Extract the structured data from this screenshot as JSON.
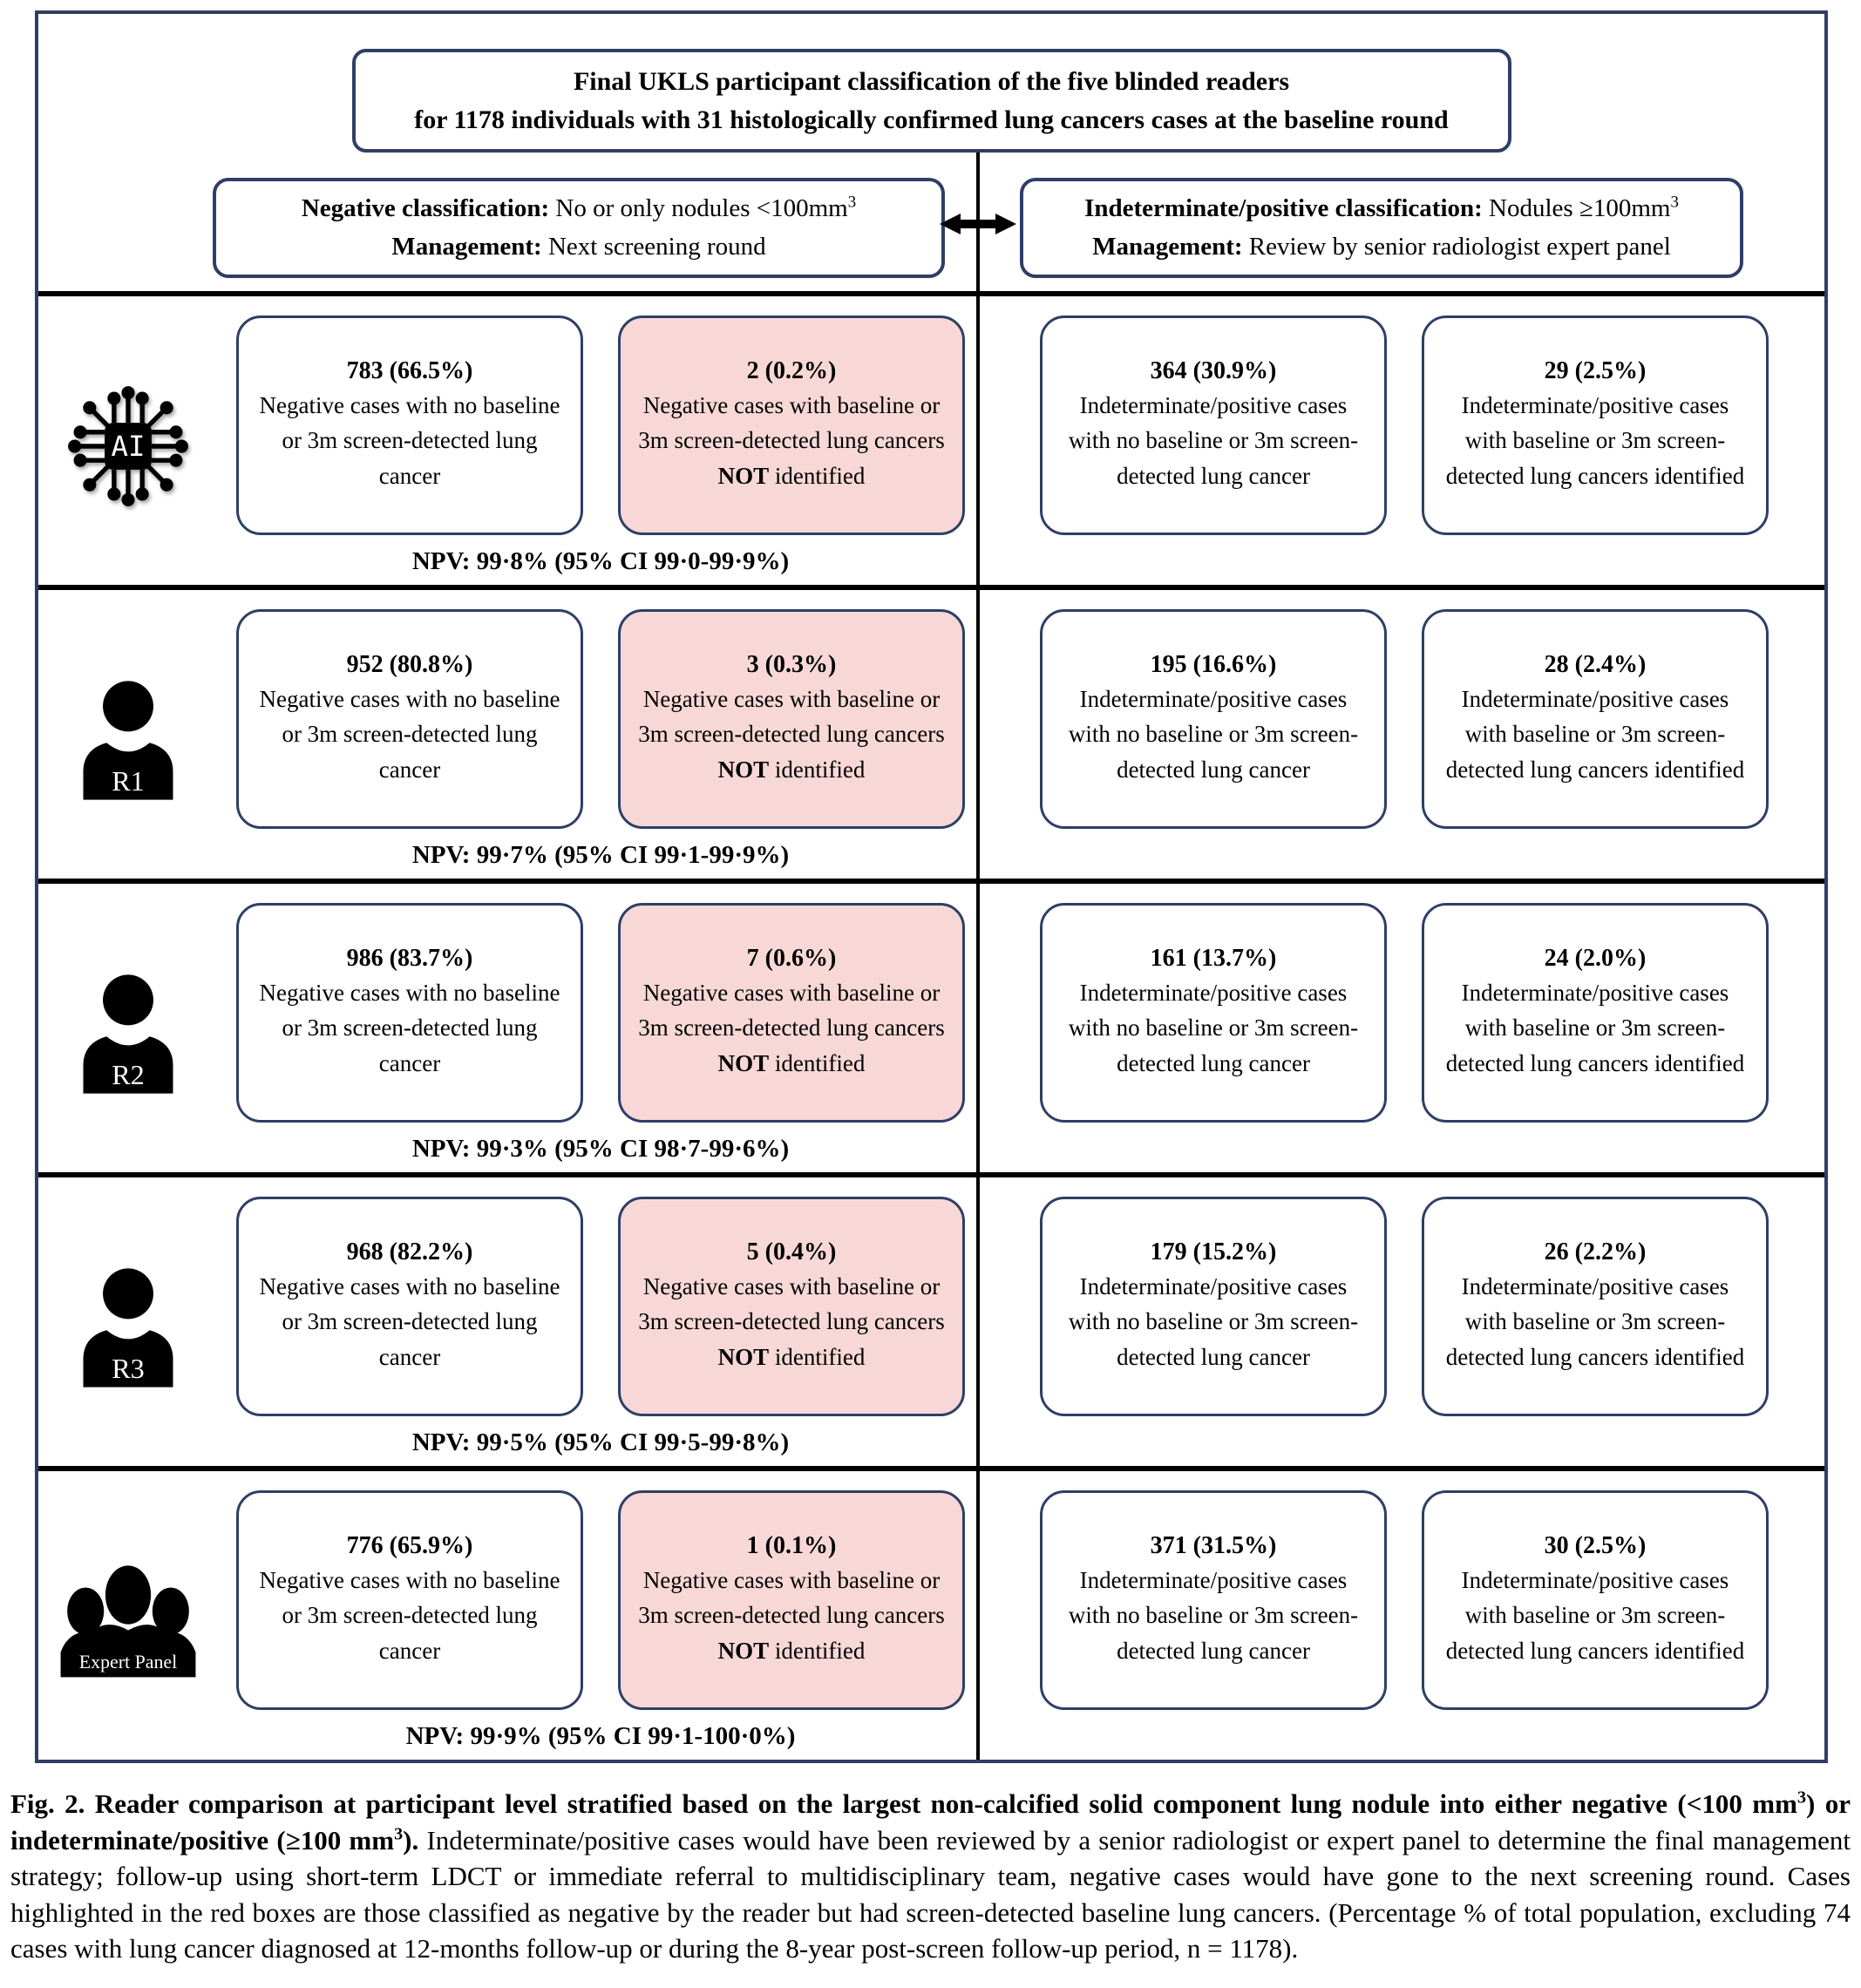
{
  "colors": {
    "border_navy": "#2e3f66",
    "highlight_pink": "#f7d8d6",
    "divider_black": "#000000"
  },
  "header": {
    "title_line1": "Final UKLS participant classification of the five blinded readers",
    "title_line2": "for 1178 individuals with 31 histologically confirmed lung cancers cases at the baseline round",
    "negative_box": {
      "bold1": "Negative classification:",
      "rest1": " No or only nodules <100mm",
      "sup": "3",
      "bold2": "Management:",
      "rest2": " Next screening round"
    },
    "positive_box": {
      "bold1": "Indeterminate/positive classification:",
      "rest1": " Nodules ≥100mm",
      "sup": "3",
      "bold2": "Management:",
      "rest2": " Review by senior radiologist expert panel"
    },
    "arrow_icon": "double-headed-arrow-icon"
  },
  "rows": [
    {
      "reader": "AI",
      "icon": "ai-chip-icon",
      "boxes": [
        {
          "value": "783 (66.5%)",
          "d1": "Negative cases with no baseline or 3m screen-detected lung cancer",
          "nb": "",
          "d2": "",
          "highlight": false
        },
        {
          "value": "2 (0.2%)",
          "d1": "Negative cases with baseline or 3m screen-detected lung cancers ",
          "nb": "NOT",
          "d2": " identified",
          "highlight": true
        },
        {
          "value": "364 (30.9%)",
          "d1": "Indeterminate/positive cases with no baseline or 3m screen-detected lung cancer",
          "nb": "",
          "d2": "",
          "highlight": false
        },
        {
          "value": "29 (2.5%)",
          "d1": "Indeterminate/positive cases with baseline or 3m screen-detected lung cancers identified",
          "nb": "",
          "d2": "",
          "highlight": false
        }
      ],
      "npv": "NPV: 99·8% (95% CI  99·0-99·9%)"
    },
    {
      "reader": "R1",
      "icon": "reader-person-icon",
      "boxes": [
        {
          "value": "952 (80.8%)",
          "d1": "Negative cases with no baseline or 3m screen-detected lung cancer",
          "nb": "",
          "d2": "",
          "highlight": false
        },
        {
          "value": "3 (0.3%)",
          "d1": "Negative cases with baseline or 3m screen-detected lung cancers ",
          "nb": "NOT",
          "d2": " identified",
          "highlight": true
        },
        {
          "value": "195 (16.6%)",
          "d1": "Indeterminate/positive cases with no baseline or 3m screen-detected lung cancer",
          "nb": "",
          "d2": "",
          "highlight": false
        },
        {
          "value": "28 (2.4%)",
          "d1": "Indeterminate/positive cases with baseline or 3m screen-detected lung cancers identified",
          "nb": "",
          "d2": "",
          "highlight": false
        }
      ],
      "npv": "NPV: 99·7% (95% CI  99·1-99·9%)"
    },
    {
      "reader": "R2",
      "icon": "reader-person-icon",
      "boxes": [
        {
          "value": "986 (83.7%)",
          "d1": "Negative cases with no baseline or 3m screen-detected lung cancer",
          "nb": "",
          "d2": "",
          "highlight": false
        },
        {
          "value": "7 (0.6%)",
          "d1": "Negative cases with baseline or 3m screen-detected lung cancers ",
          "nb": "NOT",
          "d2": " identified",
          "highlight": true
        },
        {
          "value": "161 (13.7%)",
          "d1": "Indeterminate/positive cases with no baseline or 3m screen-detected lung cancer",
          "nb": "",
          "d2": "",
          "highlight": false
        },
        {
          "value": "24 (2.0%)",
          "d1": "Indeterminate/positive cases with baseline or 3m screen-detected lung cancers identified",
          "nb": "",
          "d2": "",
          "highlight": false
        }
      ],
      "npv": "NPV: 99·3% (95% CI  98·7-99·6%)"
    },
    {
      "reader": "R3",
      "icon": "reader-person-icon",
      "boxes": [
        {
          "value": "968 (82.2%)",
          "d1": "Negative cases with no baseline or 3m screen-detected lung cancer",
          "nb": "",
          "d2": "",
          "highlight": false
        },
        {
          "value": "5 (0.4%)",
          "d1": "Negative cases with baseline or 3m screen-detected lung cancers ",
          "nb": "NOT",
          "d2": " identified",
          "highlight": true
        },
        {
          "value": "179 (15.2%)",
          "d1": "Indeterminate/positive cases with no baseline or 3m screen-detected lung cancer",
          "nb": "",
          "d2": "",
          "highlight": false
        },
        {
          "value": "26 (2.2%)",
          "d1": "Indeterminate/positive cases with baseline or 3m screen-detected lung cancers identified",
          "nb": "",
          "d2": "",
          "highlight": false
        }
      ],
      "npv": "NPV: 99·5% (95% CI  99·5-99·8%)"
    },
    {
      "reader": "Expert Panel",
      "icon": "expert-panel-icon",
      "boxes": [
        {
          "value": "776 (65.9%)",
          "d1": "Negative cases with no baseline or 3m screen-detected lung cancer",
          "nb": "",
          "d2": "",
          "highlight": false
        },
        {
          "value": "1 (0.1%)",
          "d1": "Negative cases with baseline or 3m screen-detected lung cancers ",
          "nb": "NOT",
          "d2": " identified",
          "highlight": true
        },
        {
          "value": "371 (31.5%)",
          "d1": "Indeterminate/positive cases with no baseline or 3m screen-detected lung cancer",
          "nb": "",
          "d2": "",
          "highlight": false
        },
        {
          "value": "30 (2.5%)",
          "d1": "Indeterminate/positive cases with baseline or 3m screen-detected lung cancers identified",
          "nb": "",
          "d2": "",
          "highlight": false
        }
      ],
      "npv": "NPV: 99·9% (95% CI  99·1-100·0%)"
    }
  ],
  "caption": {
    "b_pre": "Fig. 2.  Reader comparison at participant level stratified based on the largest non-calcified solid component lung nodule into either negative (<100 mm",
    "sup1": "3",
    "b_mid": ") or indeterminate/positive (≥100 mm",
    "sup2": "3",
    "b_post": ").",
    "rest": " Indeterminate/positive cases would have been reviewed by a senior radiologist or expert panel to determine the final management strategy; follow-up using short-term LDCT or immediate referral to multidisciplinary team, negative cases would have gone to the next screening round. Cases highlighted in the red boxes are those classified as negative by the reader but had screen-detected baseline lung cancers. (Percentage % of total population, excluding 74 cases with lung cancer diagnosed at 12-months follow-up or during the 8-year post-screen follow-up period, n = 1178)."
  }
}
